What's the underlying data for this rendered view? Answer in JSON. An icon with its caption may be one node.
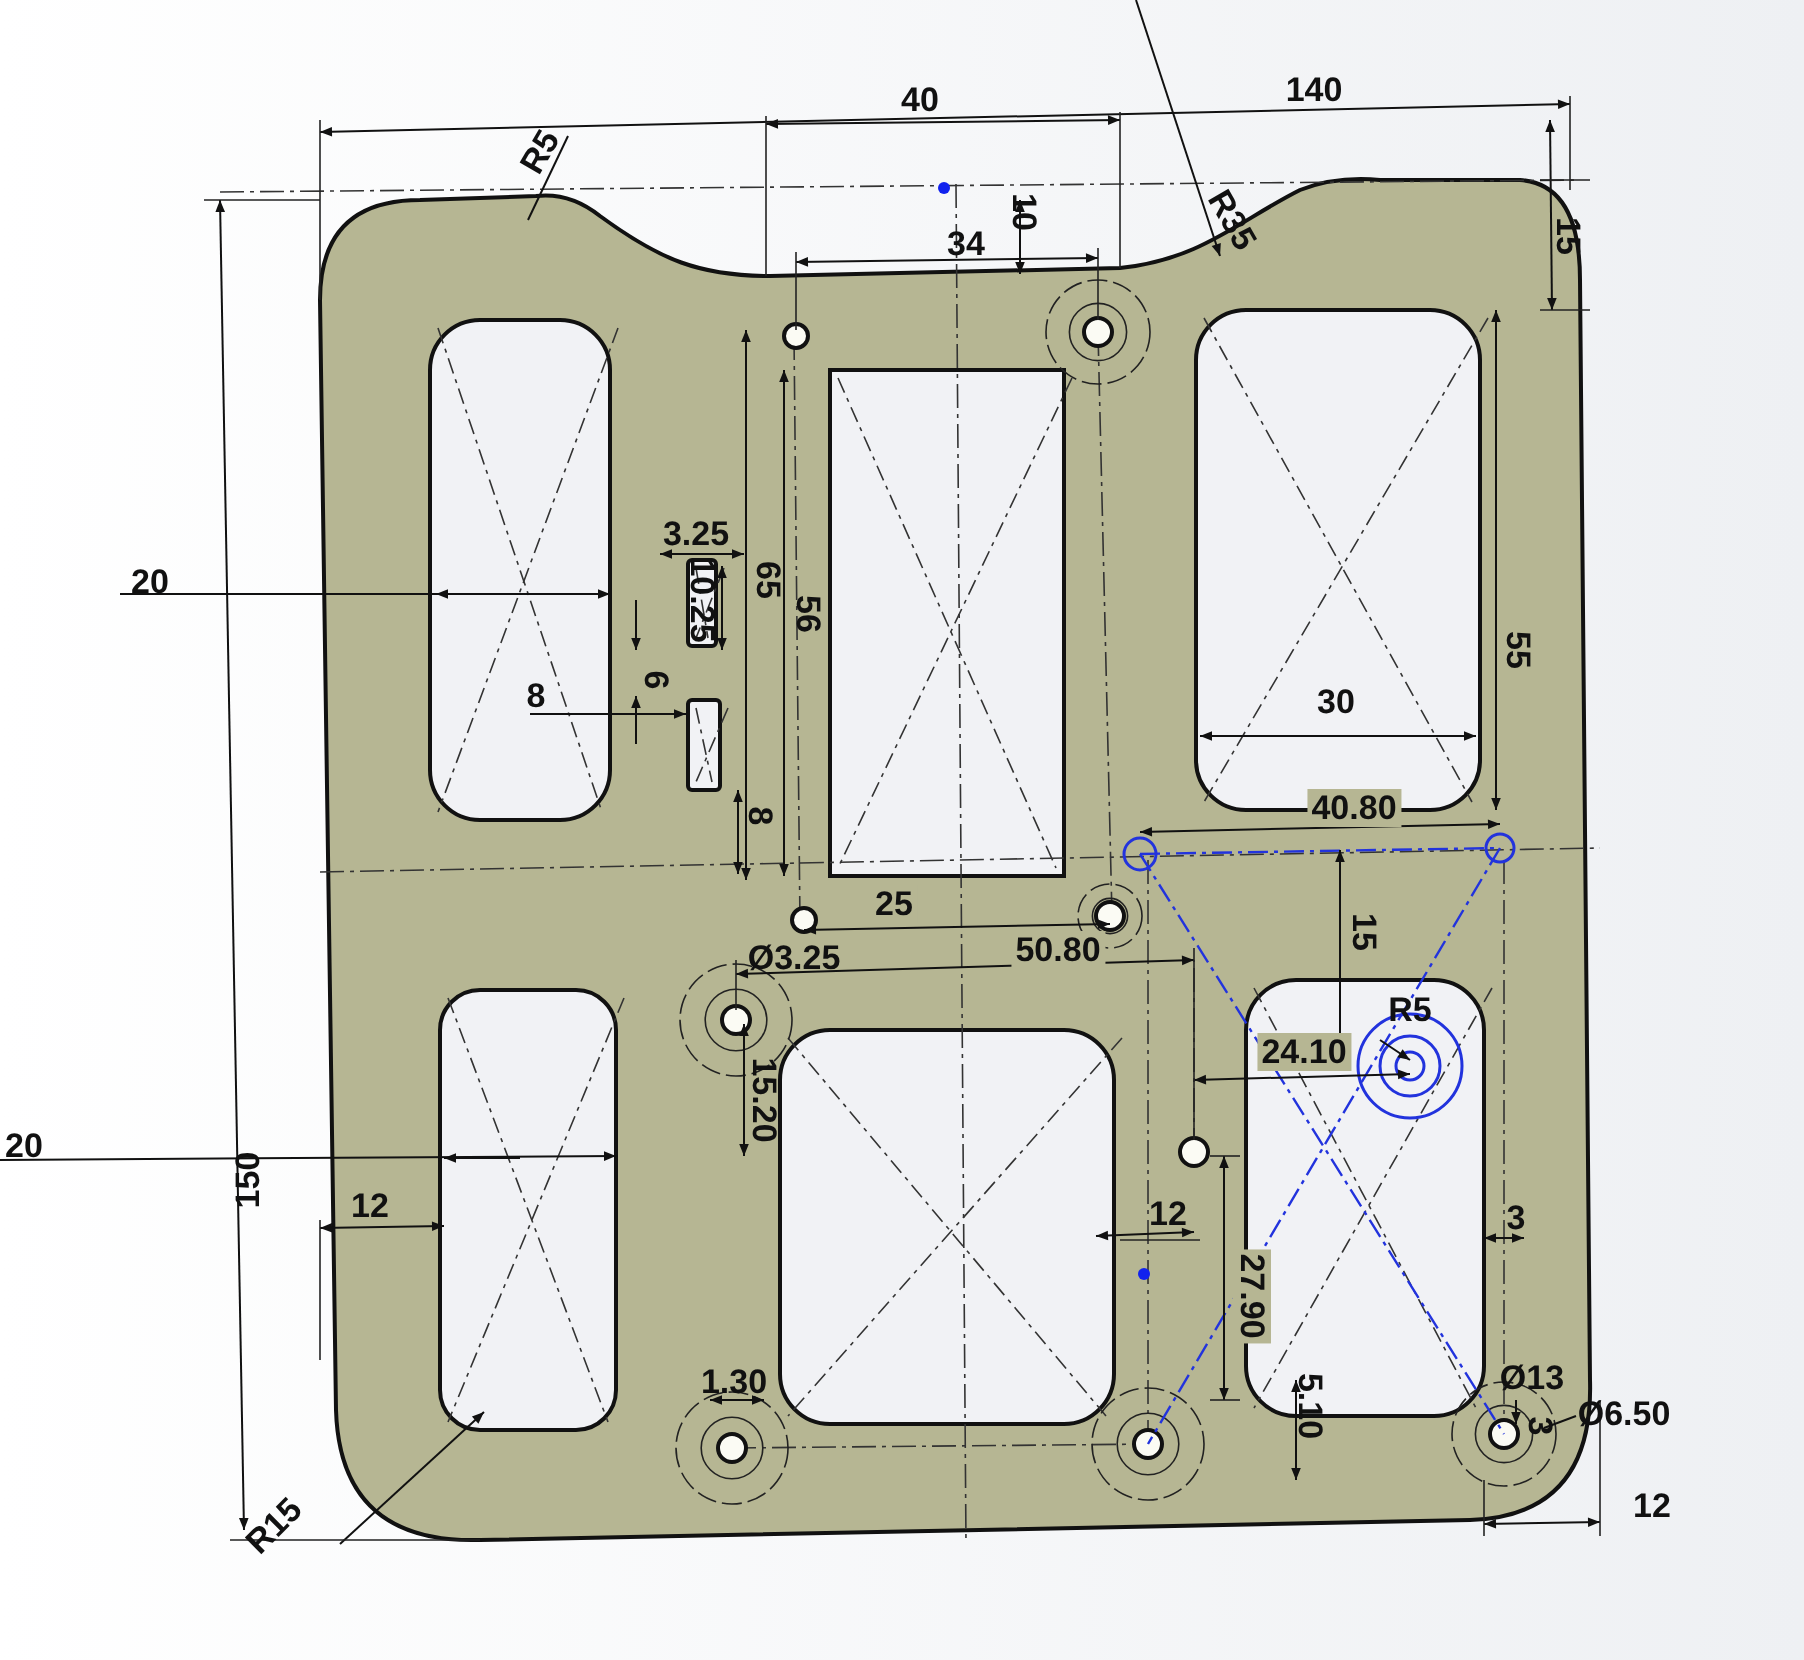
{
  "diagram": {
    "labels": [
      "140",
      "40",
      "R5",
      "10",
      "R35",
      "15",
      "34",
      "20",
      "3.25",
      "10.25",
      "65",
      "56",
      "8",
      "6",
      "55",
      "30",
      "8",
      "40.80",
      "15",
      "R5",
      "25",
      "50.80",
      "Ø3.25",
      "24.10",
      "15.20",
      "20",
      "150",
      "12",
      "12",
      "3",
      "27.90",
      "1.30",
      "5.10",
      "Ø13",
      "Ø6.50",
      "3",
      "12",
      "R15"
    ]
  }
}
